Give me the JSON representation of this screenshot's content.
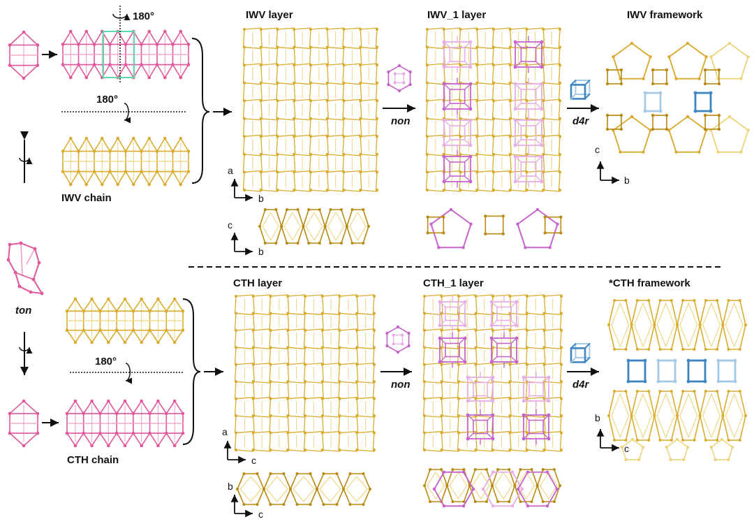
{
  "colors": {
    "pink": "#e0579b",
    "pink_light": "#f29ac4",
    "gold": "#d9ab2e",
    "gold_dark": "#b88a12",
    "gold_light": "#ecd47f",
    "violet": "#c565cc",
    "violet_light": "#e6aee6",
    "blue": "#3d86c2",
    "blue_light": "#a5c8e4",
    "teal": "#58d9a8"
  },
  "top": {
    "rotation_upper": "180°",
    "rotation_lower": "180°",
    "chain_label": "IWV chain",
    "layer_title": "IWV layer",
    "layer1_title": "IWV_1 layer",
    "framework_title": "IWV framework",
    "op1": "non",
    "op2": "d4r",
    "layer_axes": {
      "vertical": "a",
      "horizontal": "b"
    },
    "layer_side_axes": {
      "vertical": "c",
      "horizontal": "b"
    },
    "framework_axes": {
      "vertical": "c",
      "horizontal": "b"
    }
  },
  "bottom": {
    "unit_label": "ton",
    "rotation": "180°",
    "chain_label": "CTH chain",
    "layer_title": "CTH layer",
    "layer1_title": "CTH_1 layer",
    "framework_title": "*CTH framework",
    "op1": "non",
    "op2": "d4r",
    "layer_axes": {
      "vertical": "a",
      "horizontal": "c"
    },
    "layer_side_axes": {
      "vertical": "b",
      "horizontal": "c"
    },
    "framework_axes": {
      "vertical": "b",
      "horizontal": "c"
    }
  }
}
